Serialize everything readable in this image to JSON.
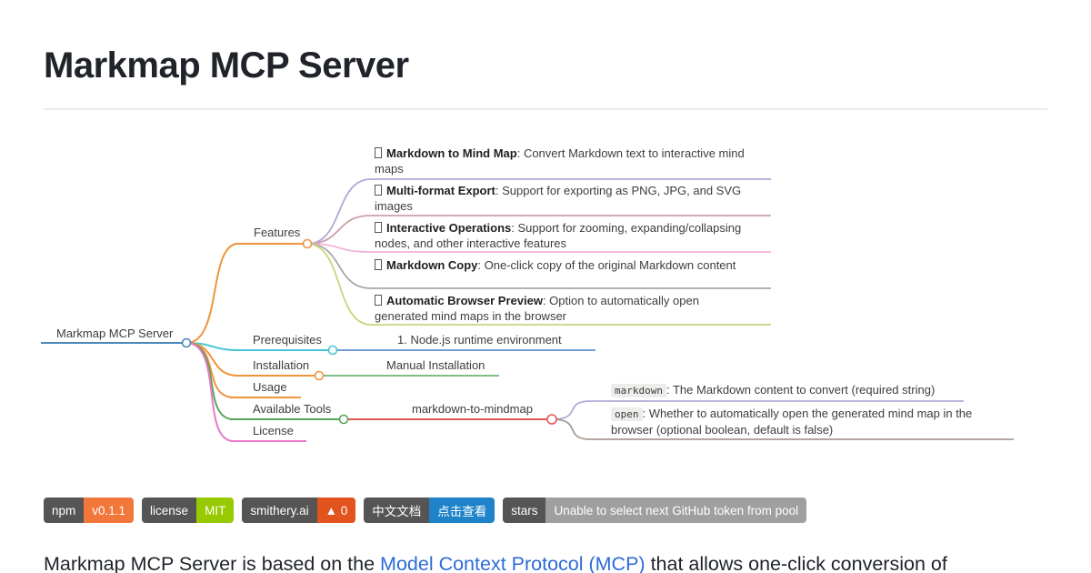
{
  "page": {
    "title": "Markmap MCP Server",
    "intro": {
      "text_before_link": "Markmap MCP Server is based on the ",
      "link_text": "Model Context Protocol (MCP)",
      "text_after_link": " that allows one-click conversion of"
    }
  },
  "mindmap": {
    "root": {
      "label": "Markmap MCP Server",
      "color": "#4a89ba"
    },
    "features": {
      "label": "Features",
      "color": "#f0943e",
      "children": [
        {
          "icon": "missing-emoji",
          "bold": "Markdown to Mind Map",
          "rest": ": Convert Markdown text to interactive mind maps",
          "color": "#b1a6d8"
        },
        {
          "icon": "missing-emoji",
          "bold": "Multi-format Export",
          "rest": ": Support for exporting as PNG, JPG, and SVG images",
          "color": "#c9a0a8"
        },
        {
          "icon": "missing-emoji",
          "bold": "Interactive Operations",
          "rest": ": Support for zooming, expanding/collapsing nodes, and other interactive features",
          "color": "#efb3da"
        },
        {
          "icon": "missing-emoji",
          "bold": "Markdown Copy",
          "rest": ": One-click copy of the original Markdown content",
          "color": "#a8a8a8"
        },
        {
          "icon": "missing-emoji",
          "bold": "Automatic Browser Preview",
          "rest": ": Option to automatically open generated mind maps in the browser",
          "color": "#ccd37b"
        }
      ]
    },
    "prerequisites": {
      "label": "Prerequisites",
      "color": "#45c6d6",
      "child": {
        "label": "1. Node.js runtime environment",
        "color": "#5f93c5"
      }
    },
    "installation": {
      "label": "Installation",
      "color": "#f0943e",
      "child": {
        "label": "Manual Installation",
        "color": "#6fb56f"
      }
    },
    "usage": {
      "label": "Usage",
      "color": "#f0943e"
    },
    "available_tools": {
      "label": "Available Tools",
      "color": "#57a557",
      "tool": {
        "label": "markdown-to-mindmap",
        "color": "#e25757",
        "params": [
          {
            "code": "markdown",
            "rest": ": The Markdown content to convert (required string)",
            "color": "#aeaad8"
          },
          {
            "code": "open",
            "rest": ": Whether to automatically open the generated mind map in the browser (optional boolean, default is false)",
            "color": "#a89a94"
          }
        ]
      }
    },
    "license": {
      "label": "License",
      "color": "#e878ca"
    }
  },
  "badges": [
    {
      "left": "npm",
      "right": "v0.1.1",
      "right_color": "#f1773a"
    },
    {
      "left": "license",
      "right": "MIT",
      "right_color": "#97ca00"
    },
    {
      "left": "smithery.ai",
      "right": "▲ 0",
      "right_color": "#e2531d"
    },
    {
      "left": "中文文档",
      "right": "点击查看",
      "right_color": "#1f83c9"
    },
    {
      "left": "stars",
      "right": "Unable to select next GitHub token from pool",
      "right_color": "#9f9f9f"
    }
  ]
}
